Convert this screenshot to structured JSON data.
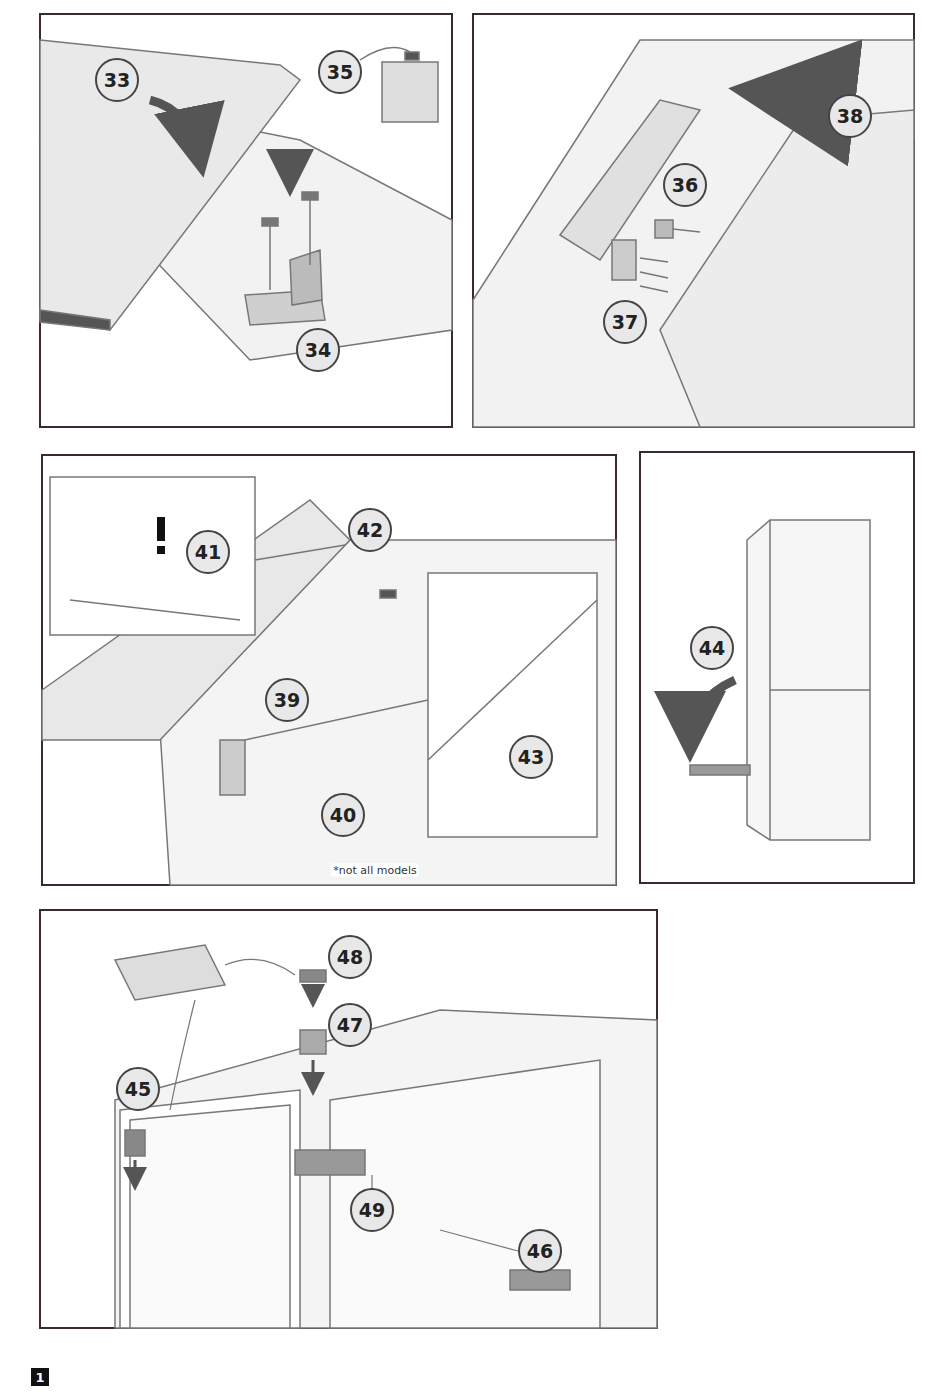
{
  "diagram": {
    "labels": [
      "33",
      "35",
      "34",
      "36",
      "38",
      "37",
      "41",
      "42",
      "39",
      "43",
      "40",
      "*not all models",
      "44",
      "48",
      "47",
      "45",
      "49",
      "46",
      "1"
    ]
  }
}
